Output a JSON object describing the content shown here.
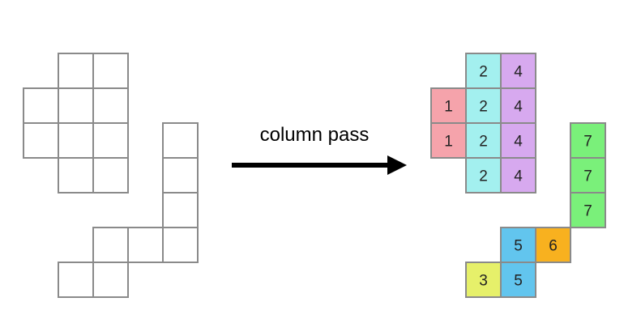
{
  "diagram": {
    "arrow_label": "column pass",
    "grid_stroke_color": "#8a8a8a",
    "arrow_color": "#000000",
    "colors": {
      "1": "#f5a3ab",
      "2": "#a3f0ef",
      "3": "#e6f06a",
      "4": "#d7a9ef",
      "5": "#62c5ee",
      "6": "#f8b11f",
      "7": "#7af07a"
    },
    "left_shape": {
      "cells": [
        {
          "col": 1,
          "row": 0
        },
        {
          "col": 2,
          "row": 0
        },
        {
          "col": 0,
          "row": 1
        },
        {
          "col": 1,
          "row": 1
        },
        {
          "col": 2,
          "row": 1
        },
        {
          "col": 0,
          "row": 2
        },
        {
          "col": 1,
          "row": 2
        },
        {
          "col": 2,
          "row": 2
        },
        {
          "col": 4,
          "row": 2
        },
        {
          "col": 1,
          "row": 3
        },
        {
          "col": 2,
          "row": 3
        },
        {
          "col": 4,
          "row": 3
        },
        {
          "col": 4,
          "row": 4
        },
        {
          "col": 2,
          "row": 5
        },
        {
          "col": 3,
          "row": 5
        },
        {
          "col": 4,
          "row": 5
        },
        {
          "col": 1,
          "row": 6
        },
        {
          "col": 2,
          "row": 6
        }
      ]
    },
    "right_shape": {
      "cells": [
        {
          "col": 1,
          "row": 0,
          "label": "2"
        },
        {
          "col": 2,
          "row": 0,
          "label": "4"
        },
        {
          "col": 0,
          "row": 1,
          "label": "1"
        },
        {
          "col": 1,
          "row": 1,
          "label": "2"
        },
        {
          "col": 2,
          "row": 1,
          "label": "4"
        },
        {
          "col": 0,
          "row": 2,
          "label": "1"
        },
        {
          "col": 1,
          "row": 2,
          "label": "2"
        },
        {
          "col": 2,
          "row": 2,
          "label": "4"
        },
        {
          "col": 4,
          "row": 2,
          "label": "7"
        },
        {
          "col": 1,
          "row": 3,
          "label": "2"
        },
        {
          "col": 2,
          "row": 3,
          "label": "4"
        },
        {
          "col": 4,
          "row": 3,
          "label": "7"
        },
        {
          "col": 4,
          "row": 4,
          "label": "7"
        },
        {
          "col": 2,
          "row": 5,
          "label": "5"
        },
        {
          "col": 3,
          "row": 5,
          "label": "6"
        },
        {
          "col": 1,
          "row": 6,
          "label": "3"
        },
        {
          "col": 2,
          "row": 6,
          "label": "5"
        }
      ]
    }
  }
}
